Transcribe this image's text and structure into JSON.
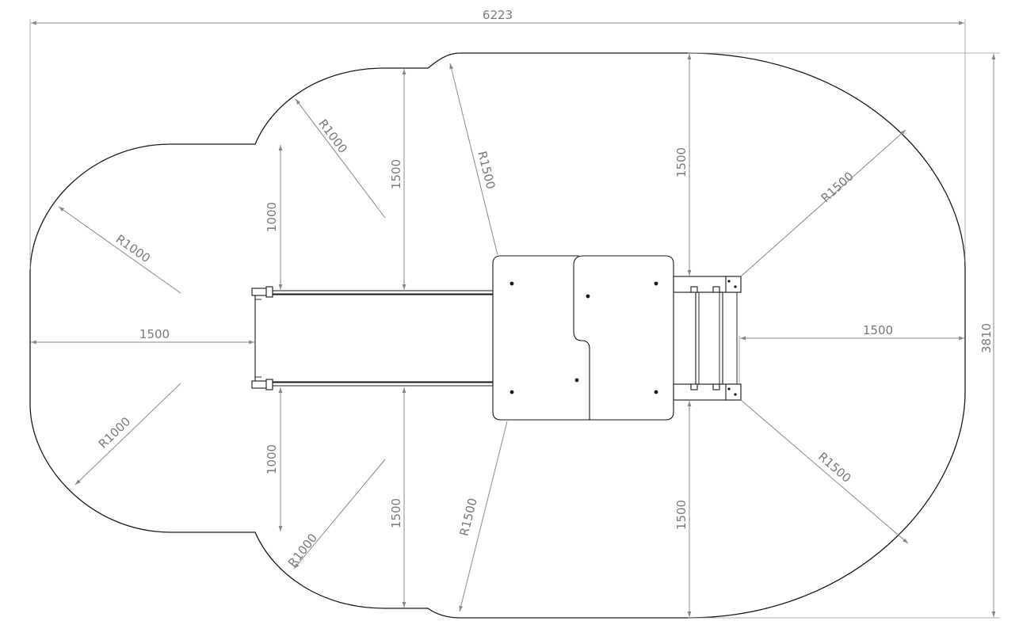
{
  "dimensions": {
    "overall_width": "6223",
    "overall_height": "3810",
    "left_offset_1500": "1500",
    "right_offset_1500": "1500",
    "upper_left_vertical_1000": "1000",
    "lower_left_vertical_1000": "1000",
    "upper_mid_vertical_1500": "1500",
    "lower_mid_vertical_1500": "1500",
    "upper_right_vertical_1500": "1500",
    "lower_right_vertical_1500": "1500",
    "radius_upper_left": "R1000",
    "radius_lower_left": "R1000",
    "radius_upper_neck": "R1000",
    "radius_lower_neck": "R1000",
    "radius_upper_center": "R1500",
    "radius_lower_center": "R1500",
    "radius_upper_right": "R1500",
    "radius_lower_right": "R1500"
  }
}
